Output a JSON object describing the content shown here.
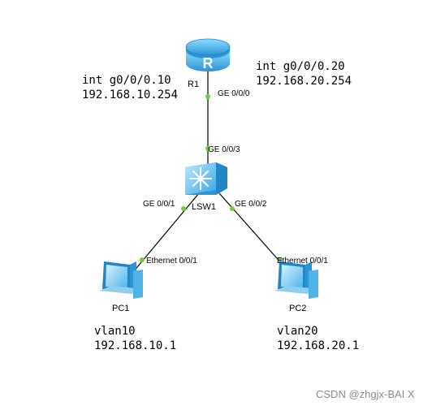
{
  "devices": {
    "router": {
      "label": "R1"
    },
    "switch": {
      "label": "LSW1"
    },
    "pc1": {
      "label": "PC1"
    },
    "pc2": {
      "label": "PC2"
    }
  },
  "ports": {
    "r1_g000": "GE 0/0/0",
    "sw_g003": "GE 0/0/3",
    "sw_g001": "GE 0/0/1",
    "sw_g002": "GE 0/0/2",
    "pc1_eth": "Ethernet 0/0/1",
    "pc2_eth": "Ethernet 0/0/1"
  },
  "notes": {
    "sub10_line1": "int g0/0/0.10",
    "sub10_line2": "192.168.10.254",
    "sub20_line1": "int g0/0/0.20",
    "sub20_line2": "192.168.20.254",
    "pc1_line1": "vlan10",
    "pc1_line2": "192.168.10.1",
    "pc2_line1": "vlan20",
    "pc2_line2": "192.168.20.1"
  },
  "watermark": "CSDN @zhgjx-BAI X",
  "colors": {
    "port_dot": "#6fcf3b",
    "device_blue": "#4fb3e8",
    "device_dark": "#1f86c8"
  }
}
